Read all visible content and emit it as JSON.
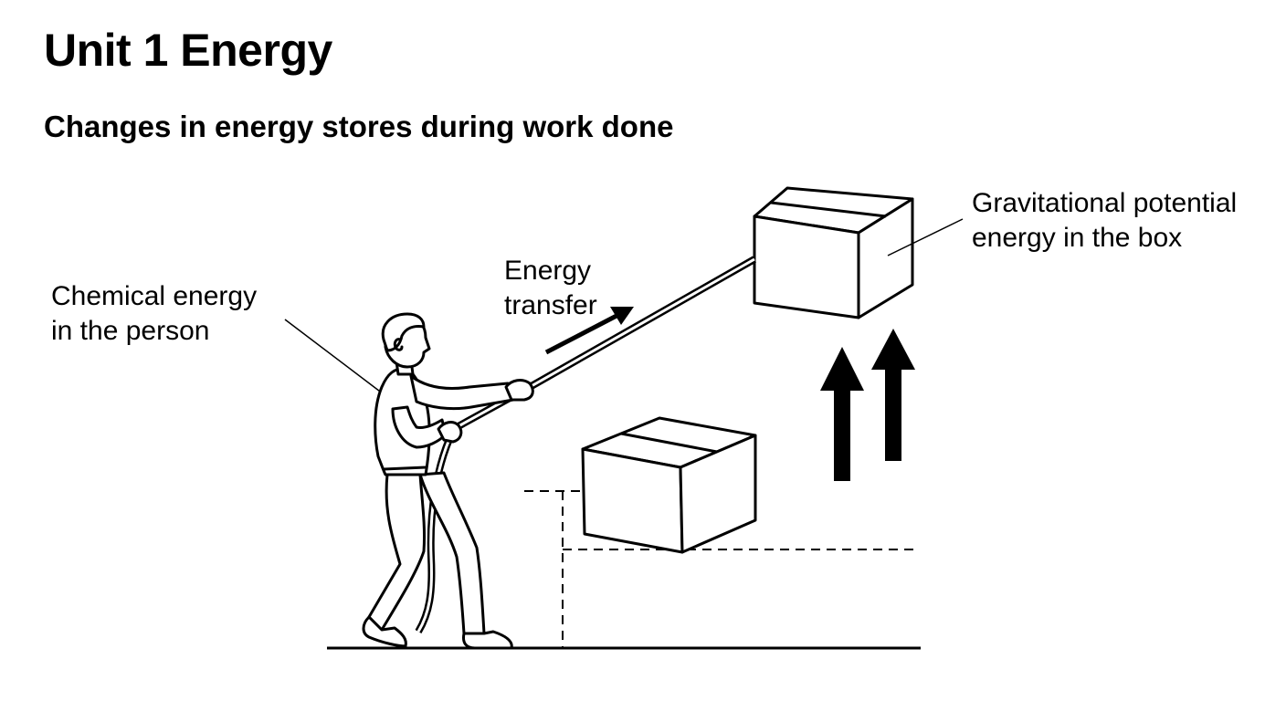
{
  "header": {
    "title": "Unit 1 Energy",
    "subtitle": "Changes in energy stores during work done"
  },
  "labels": {
    "chemical": {
      "line1": "Chemical energy",
      "line2": "in the person"
    },
    "transfer": {
      "line1": "Energy",
      "line2": "transfer"
    },
    "gravitational": {
      "line1": "Gravitational potential",
      "line2": "energy in the box"
    }
  },
  "colors": {
    "ink": "#000000",
    "background": "#ffffff"
  }
}
